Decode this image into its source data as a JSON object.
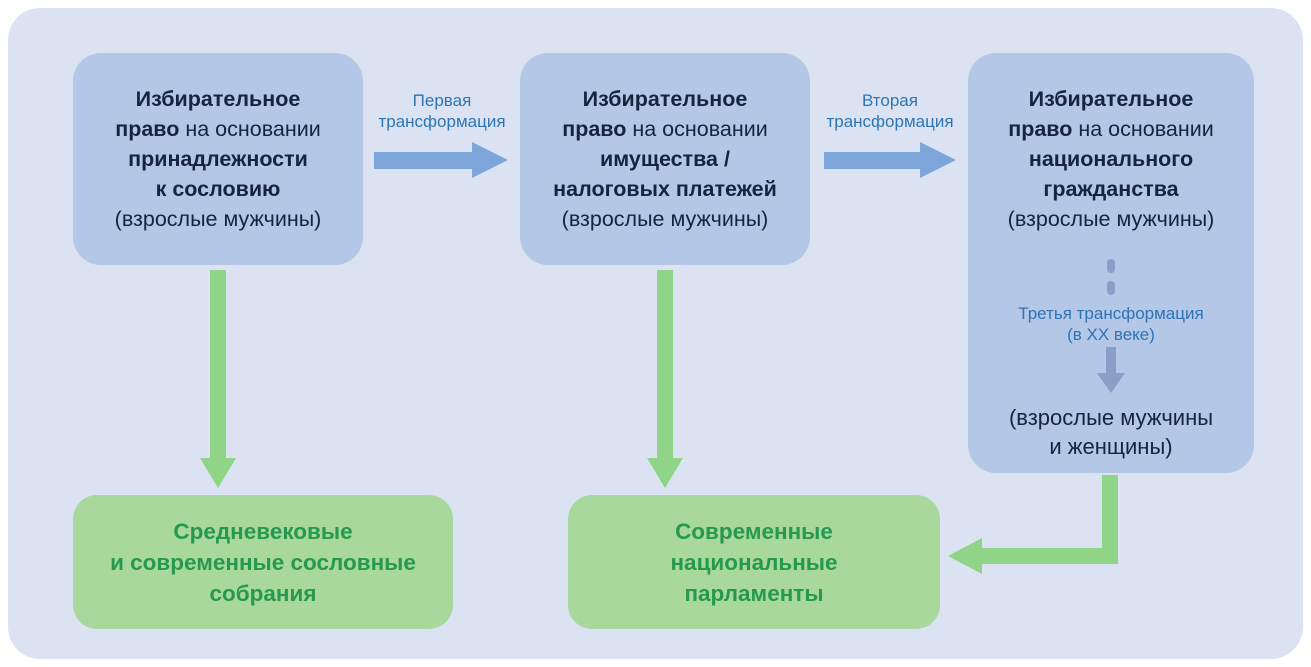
{
  "colors": {
    "panel_bg": "#dbe3f2",
    "node_bg": "#b4c7e7",
    "node_text": "#16243d",
    "blue_arrow": "#7da5da",
    "label_blue": "#2e74b5",
    "muted_blue": "#8a9fc7",
    "green_box_bg": "#a8d89c",
    "green_text": "#27994e",
    "green_arrow": "#8fd487"
  },
  "nodes": {
    "estate": {
      "lines": [
        {
          "bold": "Избирательное"
        },
        {
          "bold": "право",
          "reg": " на основании"
        },
        {
          "bold": "принадлежности"
        },
        {
          "bold": "к сословию"
        },
        {
          "reg": "(взрослые мужчины)"
        }
      ]
    },
    "property": {
      "lines": [
        {
          "bold": "Избирательное"
        },
        {
          "bold": "право",
          "reg": " на основании"
        },
        {
          "bold": "имущества /"
        },
        {
          "bold": "налоговых платежей"
        },
        {
          "reg": "(взрослые мужчины)"
        }
      ]
    },
    "citizenship": {
      "lines": [
        {
          "bold": "Избирательное"
        },
        {
          "bold": "право",
          "reg": " на основании"
        },
        {
          "bold": "национального"
        },
        {
          "bold": "гражданства"
        },
        {
          "reg": "(взрослые мужчины)"
        }
      ],
      "result": {
        "line1": "(взрослые мужчины",
        "line2": "и женщины)"
      }
    },
    "assemblies": {
      "line1": "Средневековые",
      "line2": "и современные сословные",
      "line3": "собрания"
    },
    "parliaments": {
      "line1": "Современные",
      "line2": "национальные",
      "line3": "парламенты"
    }
  },
  "transformations": {
    "first": {
      "line1": "Первая",
      "line2": "трансформация"
    },
    "second": {
      "line1": "Вторая",
      "line2": "трансформация"
    },
    "third": {
      "line1": "Третья трансформация",
      "line2": "(в ХХ веке)"
    }
  }
}
